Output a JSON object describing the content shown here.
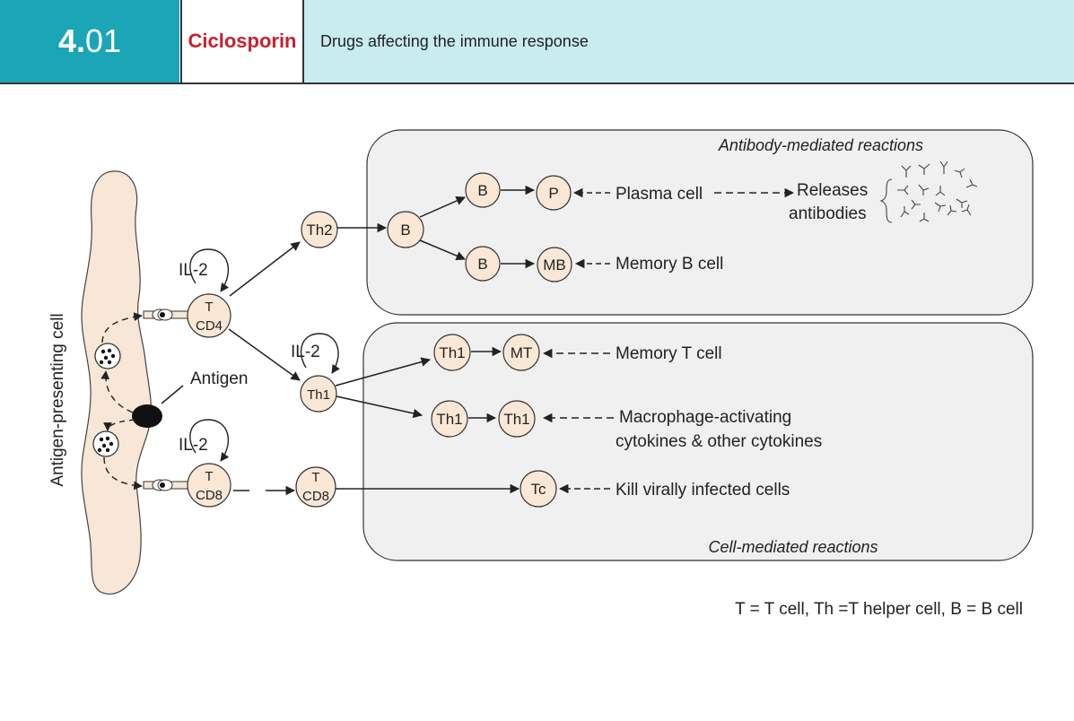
{
  "header": {
    "number_bold": "4.",
    "number_rest": "01",
    "title": "Ciclosporin",
    "subtitle": "Drugs affecting the immune response"
  },
  "colors": {
    "header_teal": "#1aa6b7",
    "header_light": "#c9ecee",
    "title_red": "#c8202f",
    "cell_fill": "#fbe7d6",
    "panel_fill": "#f0f0f0",
    "apc_fill": "#f8e6d6"
  },
  "diagram": {
    "apc_label": "Antigen-presenting cell",
    "antigen_label": "Antigen",
    "il2": "IL-2",
    "panels": {
      "antibody": "Antibody-mediated reactions",
      "cell": "Cell-mediated reactions"
    },
    "cells": {
      "t": "T",
      "cd4": "CD4",
      "cd8": "CD8",
      "th2": "Th2",
      "th1": "Th1",
      "b": "B",
      "p": "P",
      "mb": "MB",
      "mt": "MT",
      "tc": "Tc"
    },
    "labels": {
      "plasma_cell": "Plasma cell",
      "releases": "Releases",
      "antibodies": "antibodies",
      "memory_b": "Memory B cell",
      "memory_t": "Memory T cell",
      "macrophage_1": "Macrophage-activating",
      "macrophage_2": "cytokines  & other cytokines",
      "kill": "Kill virally infected cells"
    },
    "legend": "T = T cell,  Th =T helper cell, B = B cell"
  }
}
